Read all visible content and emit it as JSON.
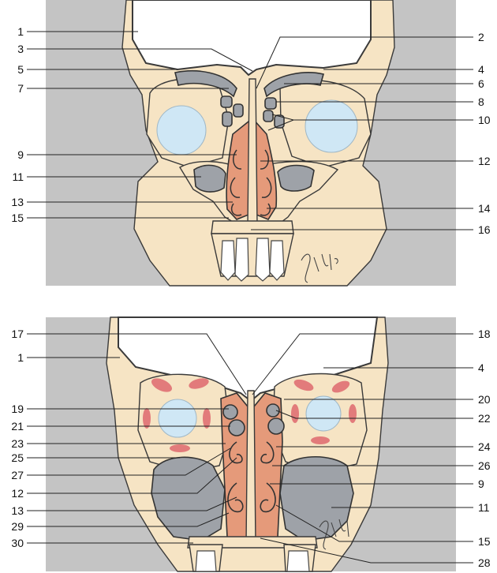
{
  "panels": [
    {
      "id": "top",
      "labels_left": [
        "1",
        "3",
        "5",
        "7",
        "9",
        "11",
        "13",
        "15"
      ],
      "labels_right": [
        "2",
        "4",
        "6",
        "8",
        "10",
        "12",
        "14",
        "16"
      ]
    },
    {
      "id": "bottom",
      "labels_left": [
        "17",
        "1",
        "19",
        "21",
        "23",
        "25",
        "27",
        "12",
        "13",
        "29",
        "30"
      ],
      "labels_right": [
        "18",
        "4",
        "20",
        "22",
        "24",
        "26",
        "9",
        "11",
        "15",
        "28"
      ]
    }
  ],
  "colors": {
    "background": "#c4c4c4",
    "bone": "#f6e4c4",
    "sinus": "#9ea2a8",
    "mucosa": "#e59a7a",
    "muscle": "#e27b7b",
    "eye": "#cfe7f5"
  }
}
